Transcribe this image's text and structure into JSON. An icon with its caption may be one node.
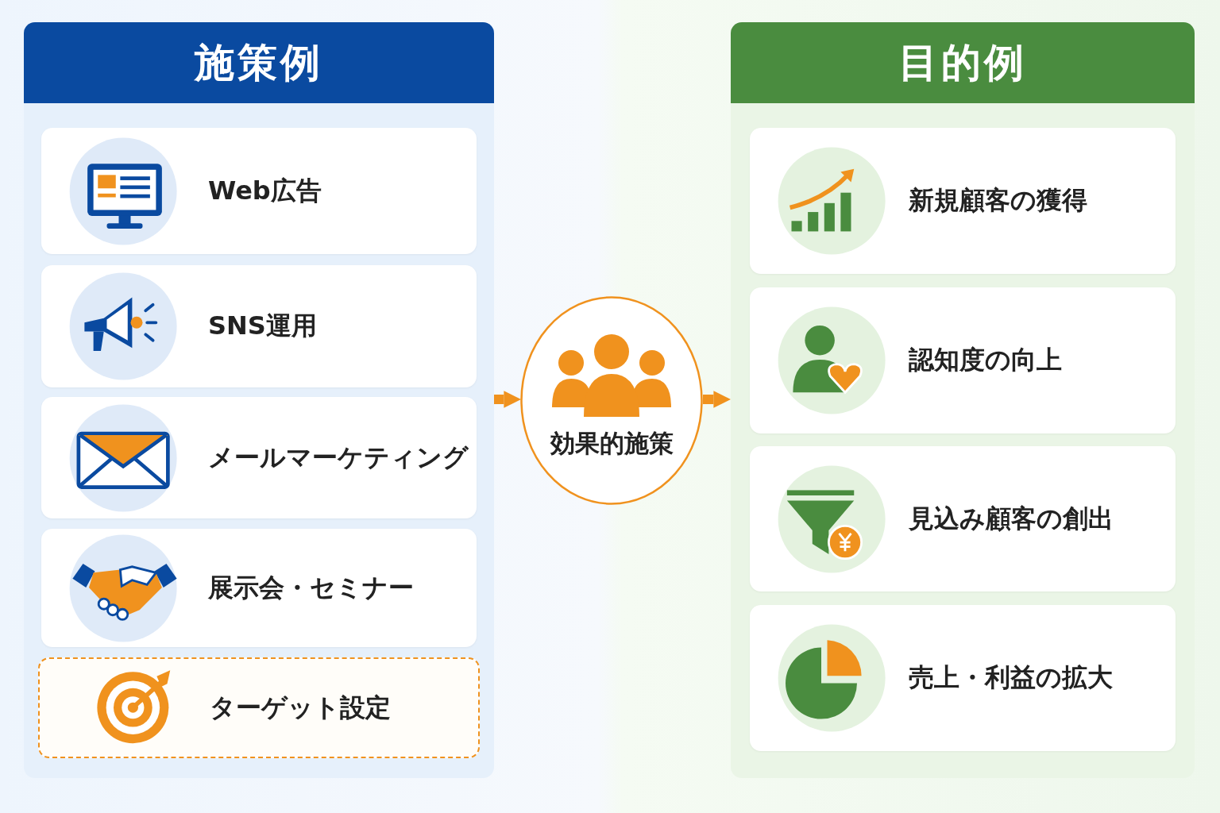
{
  "diagram": {
    "nodes": [
      {
        "text": [
          "施策例"
        ]
      },
      {
        "text": [
          "Web広告"
        ],
        "in": 0
      },
      {
        "text": [
          "SNS運用"
        ],
        "in": 0
      },
      {
        "text": [
          "メールマーケティング"
        ],
        "in": 0
      },
      {
        "text": [
          "展示会・セミナー"
        ],
        "in": 0
      },
      {
        "text": [
          "ターゲット設定"
        ],
        "in": 0
      },
      {
        "text": [
          "効果的施策"
        ]
      },
      {
        "text": [
          "目的例"
        ]
      },
      {
        "text": [
          "新規顧客の獲得"
        ],
        "in": 7
      },
      {
        "text": [
          "認知度の向上"
        ],
        "in": 7
      },
      {
        "text": [
          "見込み顧客の創出"
        ],
        "in": 7
      },
      {
        "text": [
          "売上・利益の拡大"
        ],
        "in": 7
      }
    ],
    "edges": [
      {
        "from": 0,
        "to": 6,
        "arrow": "to"
      },
      {
        "from": 6,
        "to": 7,
        "arrow": "to"
      }
    ]
  }
}
